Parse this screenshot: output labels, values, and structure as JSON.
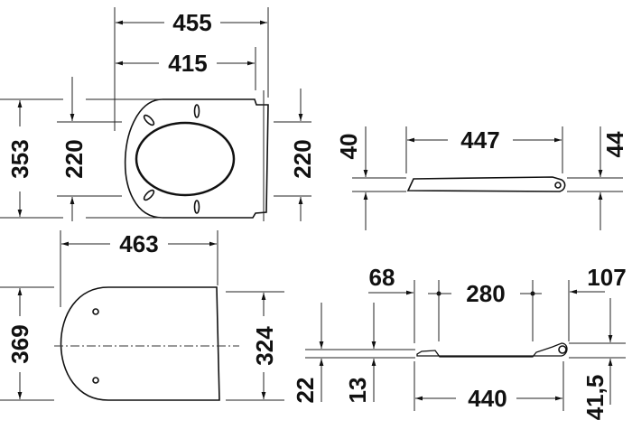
{
  "top_view": {
    "width_overall": "455",
    "width_hinge": "415",
    "depth": "353",
    "inner_left": "220",
    "inner_right": "220"
  },
  "side_view_top": {
    "length": "447",
    "height_front": "40",
    "height_rear": "44"
  },
  "bottom_view": {
    "width": "463",
    "depth_overall": "369",
    "depth_inner": "324"
  },
  "side_view_bottom": {
    "front_offset": "68",
    "hinge_spacing": "280",
    "rear_offset": "107",
    "length": "440",
    "height_a": "22",
    "height_b": "13",
    "height_rear": "41,5"
  }
}
